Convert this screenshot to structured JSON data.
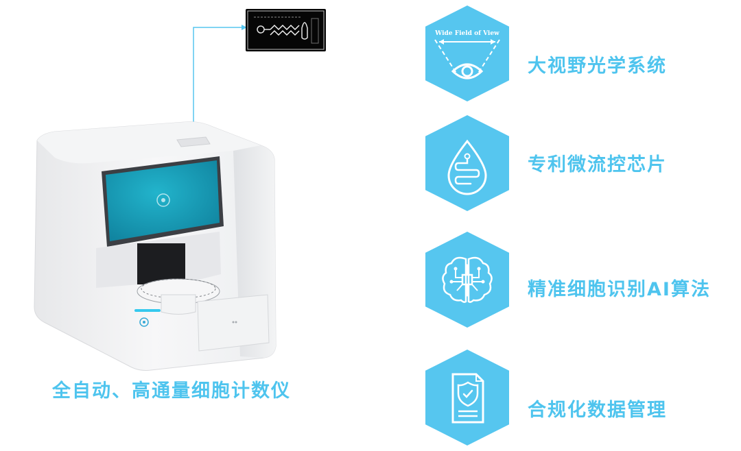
{
  "product": {
    "title": "全自动、高通量细胞计数仪",
    "logo_icon": "flower-logo-icon"
  },
  "chip_image": {
    "icon": "microfluidic-chip-image"
  },
  "features": [
    {
      "label": "大视野光学系统",
      "icon": "wide-field-eye-icon",
      "caption": "Wide Field of View"
    },
    {
      "label": "专利微流控芯片",
      "icon": "drop-channel-icon"
    },
    {
      "label": "精准细胞识别AI算法",
      "icon": "brain-circuit-icon"
    },
    {
      "label": "合规化数据管理",
      "icon": "document-shield-icon"
    }
  ],
  "colors": {
    "accent": "#56c6ef",
    "text_accent": "#4ec4ee",
    "screen": "#1aa9c1"
  }
}
